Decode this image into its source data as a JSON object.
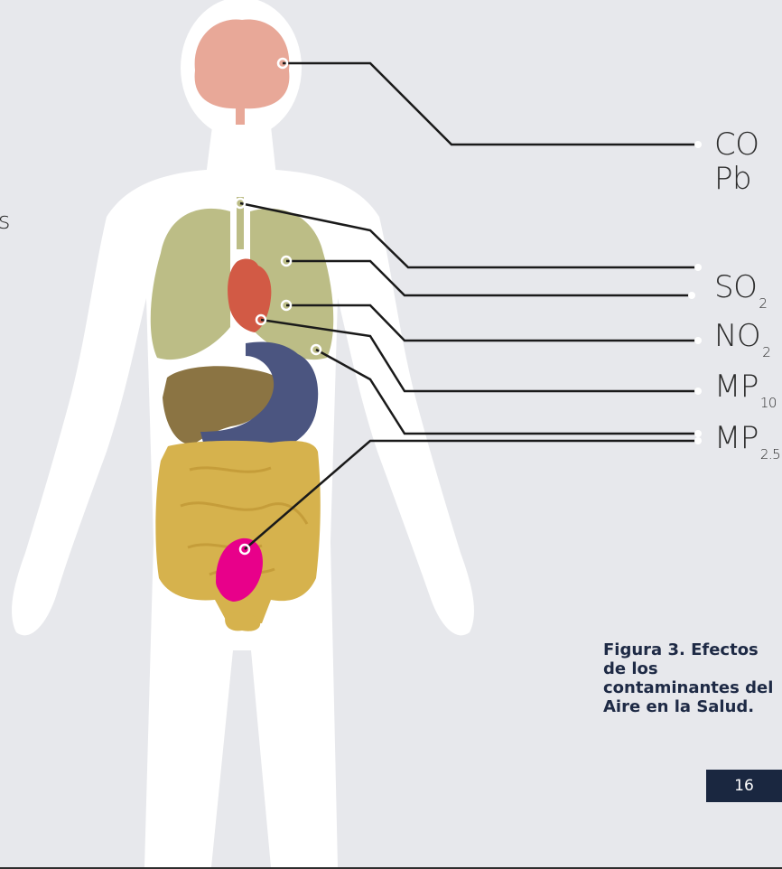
{
  "cut_text": "as",
  "pollutants": {
    "co": "CO",
    "pb": "Pb",
    "so2": {
      "base": "SO",
      "sub": "2"
    },
    "no2": {
      "base": "NO",
      "sub": "2"
    },
    "mp10": {
      "base": "MP",
      "sub": "10"
    },
    "mp25": {
      "base": "MP",
      "sub": "2.5"
    }
  },
  "caption": "Figura 3. Efectos de los contaminantes del Aire en la Salud.",
  "page_number": "16",
  "colors": {
    "background": "#e7e8ec",
    "body": "#ffffff",
    "brain": "#e8a898",
    "lungs": "#bcbd86",
    "heart": "#d25a45",
    "liver": "#8b7443",
    "stomach": "#4b5580",
    "intestines": "#d6b24d",
    "fetus": "#e8008a",
    "leader_lines": "#1a1a1a",
    "caption": "#1e2a45",
    "page_box": "#1a2740"
  }
}
